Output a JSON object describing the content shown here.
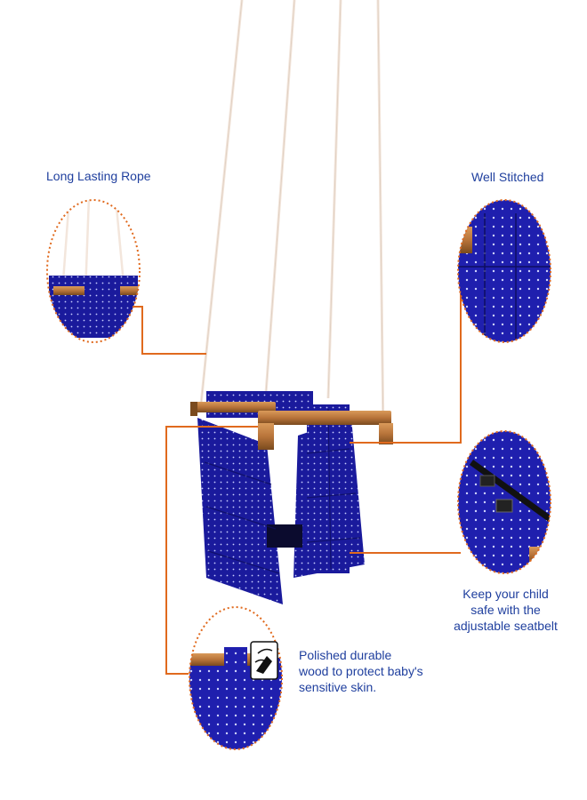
{
  "labels": {
    "rope": "Long Lasting Rope",
    "stitched": "Well Stitched",
    "seatbelt": "Keep your child safe with the adjustable seatbelt",
    "seatbelt_lines": [
      "Keep your child",
      "safe with the",
      "adjustable seatbelt"
    ],
    "wood": "Polished durable wood to protect baby's sensitive skin.",
    "wood_lines": [
      "Polished durable",
      "wood to protect baby's",
      "sensitive skin."
    ]
  },
  "colors": {
    "fabric": "#1a1a9c",
    "fabric_dark": "#10106e",
    "dots": "#c8ccff",
    "wood": "#b8743a",
    "wood_dark": "#7a4a1e",
    "rope": "#f3e6dc",
    "callout_line": "#e06a1e",
    "label_text": "#1f3f9e"
  }
}
